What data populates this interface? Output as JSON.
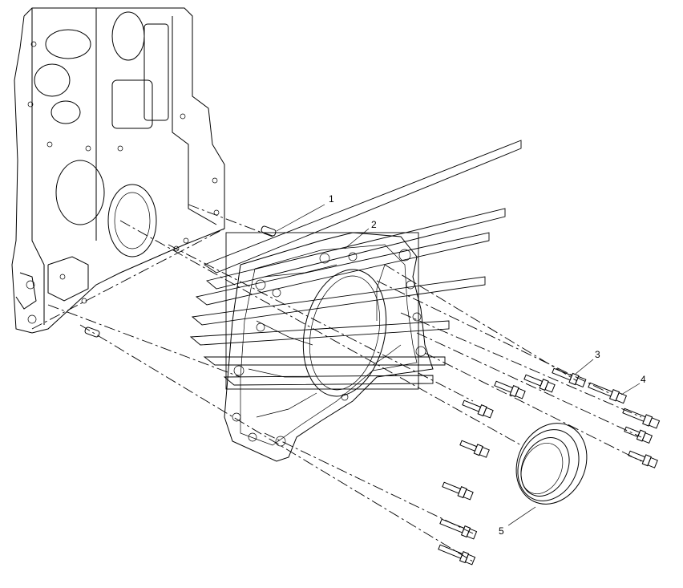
{
  "diagram": {
    "callouts": [
      {
        "id": "c1",
        "label": "1"
      },
      {
        "id": "c2",
        "label": "2"
      },
      {
        "id": "c3",
        "label": "3"
      },
      {
        "id": "c4",
        "label": "4"
      },
      {
        "id": "c5",
        "label": "5"
      }
    ],
    "icons": {
      "block": "engine-block-icon",
      "cover": "flywheel-housing-cover-icon",
      "seal": "oil-seal-ring-icon",
      "bolt": "flange-bolt-icon",
      "dowel": "dowel-pin-icon",
      "watermark": "brand-watermark-icon"
    }
  }
}
